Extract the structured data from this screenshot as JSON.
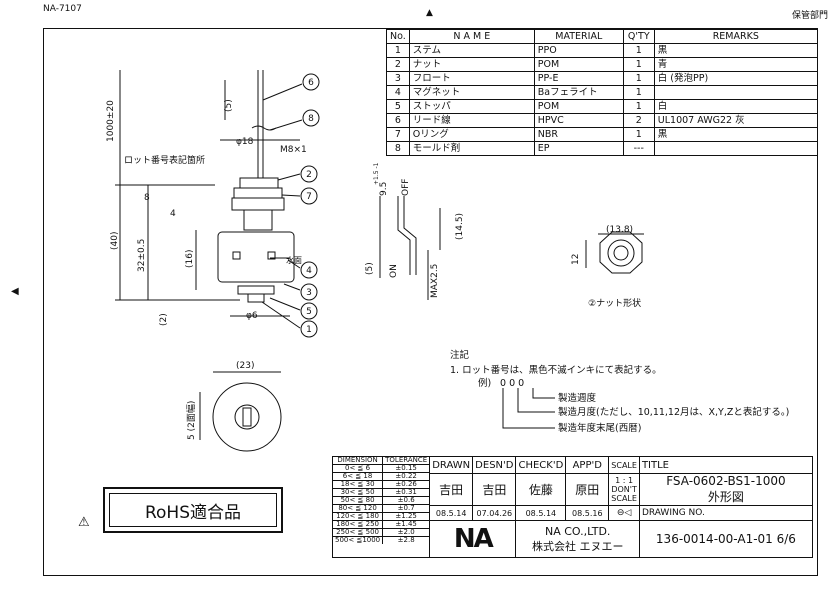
{
  "header": {
    "left_code": "NA-7107",
    "right_label": "保管部門"
  },
  "parts_table": {
    "headers": [
      "No.",
      "N A M E",
      "MATERIAL",
      "Q'TY",
      "REMARKS"
    ],
    "rows": [
      [
        "1",
        "ステム",
        "PPO",
        "1",
        "黒"
      ],
      [
        "2",
        "ナット",
        "POM",
        "1",
        "青"
      ],
      [
        "3",
        "フロート",
        "PP-E",
        "1",
        "白 (発泡PP)"
      ],
      [
        "4",
        "マグネット",
        "Baフェライト",
        "1",
        ""
      ],
      [
        "5",
        "ストッパ",
        "POM",
        "1",
        "白"
      ],
      [
        "6",
        "リード線",
        "HPVC",
        "2",
        "UL1007 AWG22 灰"
      ],
      [
        "7",
        "Oリング",
        "NBR",
        "1",
        "黒"
      ],
      [
        "8",
        "モールド剤",
        "EP",
        "---",
        ""
      ]
    ]
  },
  "drawing": {
    "lot_label": "ロット番号表記箇所",
    "dim_lead": "1000±20",
    "dim_5": "(5)",
    "dim_phi18": "φ18",
    "dim_m8": "M8×1",
    "dim_8": "8",
    "dim_4": "4",
    "dim_40": "(40)",
    "dim_32": "32±0.5",
    "dim_16": "(16)",
    "dim_2": "(2)",
    "dim_phi6": "φ6",
    "dim_23": "(23)",
    "dim_5_side": "5 (2面幅)",
    "dim_95": "9.5",
    "dim_95_tol": "+1.5 -1",
    "dim_145": "(14.5)",
    "dim_5b": "(5)",
    "max25": "MAX2.5",
    "off": "OFF",
    "on": "ON",
    "water": "水面",
    "balloons": [
      "6",
      "8",
      "2",
      "7",
      "4",
      "3",
      "5",
      "1"
    ],
    "nut_13": "(13.8)",
    "nut_12": "12",
    "nut_label": "②ナット形状"
  },
  "notes": {
    "title": "注記",
    "line1": "1. ロット番号は、黒色不滅インキにて表記する。",
    "example_prefix": "例)",
    "example_code": "0 0 0",
    "item_week": "製造週度",
    "item_month": "製造月度(ただし、10,11,12月は、X,Y,Zと表記する。)",
    "item_year": "製造年度末尾(西暦)"
  },
  "rohs": "RoHS適合品",
  "warning_icon": "warning-triangle-icon",
  "title_block": {
    "tol_headers": [
      "DIMENSION",
      "TOLERANCE"
    ],
    "tol_rows": [
      [
        "0< ≦ 6",
        "±0.15"
      ],
      [
        "6< ≦ 18",
        "±0.22"
      ],
      [
        "18< ≦ 30",
        "±0.26"
      ],
      [
        "30< ≦ 50",
        "±0.31"
      ],
      [
        "50< ≦ 80",
        "±0.6"
      ],
      [
        "80< ≦ 120",
        "±0.7"
      ],
      [
        "120< ≦ 180",
        "±1.25"
      ],
      [
        "180< ≦ 250",
        "±1.45"
      ],
      [
        "250< ≦ 500",
        "±2.0"
      ],
      [
        "500< ≦1000",
        "±2.8"
      ]
    ],
    "heads": [
      "DRAWN",
      "DESN'D",
      "CHECK'D",
      "APP'D",
      "SCALE"
    ],
    "names": [
      "吉田",
      "吉田",
      "佐藤",
      "原田"
    ],
    "dates": [
      "08.5.14",
      "07.04.26",
      "08.5.14",
      "08.5.16"
    ],
    "scale": "1 : 1",
    "dont_scale": "DON'T SCALE",
    "title_label": "TITLE",
    "title_code": "FSA-0602-BS1-1000",
    "title_name": "外形図",
    "company_en": "NA CO.,LTD.",
    "company_jp": "株式会社 エヌエー",
    "logo": "NA",
    "drawing_no_label": "DRAWING NO.",
    "drawing_no": "136-0014-00-A1-01 6/6"
  }
}
